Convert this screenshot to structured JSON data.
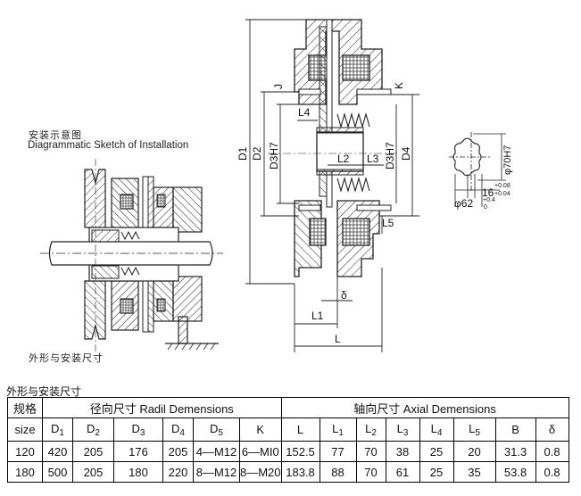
{
  "installation_sketch": {
    "title_cn": "安装示意图",
    "title_en": "Diagrammatic Sketch of Installation",
    "caption_cn": "外形与安装尺寸"
  },
  "section_drawing": {
    "labels": {
      "D1": "D1",
      "D2": "D2",
      "D3H7_left": "D3H7",
      "D3H7_right": "D3H7",
      "D4": "D4",
      "J": "J",
      "K": "K",
      "L4": "L4",
      "L2": "L2",
      "L3": "L3",
      "L5": "L5",
      "L1": "L1",
      "L": "L",
      "delta": "δ"
    }
  },
  "spline_detail": {
    "dia_label": "φ70H7",
    "width_value": "16",
    "width_tol_upper": "+0.08",
    "width_tol_lower": "+0.04",
    "minor_dia_value": "φ62",
    "minor_tol_upper": "+0.4",
    "minor_tol_lower": "0"
  },
  "table": {
    "title": "外形与安装尺寸",
    "size_header_cn": "规格",
    "size_header_en": "size",
    "radial_group": "径向尺寸 Radil Demensions",
    "axial_group": "轴向尺寸 Axial Demensions",
    "columns": [
      {
        "base": "D",
        "sub": "1"
      },
      {
        "base": "D",
        "sub": "2"
      },
      {
        "base": "D",
        "sub": "3"
      },
      {
        "base": "D",
        "sub": "4"
      },
      {
        "base": "D",
        "sub": "5"
      },
      {
        "base": "K",
        "sub": ""
      },
      {
        "base": "L",
        "sub": ""
      },
      {
        "base": "L",
        "sub": "1"
      },
      {
        "base": "L",
        "sub": "2"
      },
      {
        "base": "L",
        "sub": "3"
      },
      {
        "base": "L",
        "sub": "4"
      },
      {
        "base": "L",
        "sub": "5"
      },
      {
        "base": "B",
        "sub": ""
      },
      {
        "base": "δ",
        "sub": ""
      }
    ],
    "rows": [
      {
        "size": "120",
        "values": [
          "420",
          "205",
          "176",
          "205",
          "4—M12",
          "6—MI0",
          "152.5",
          "77",
          "70",
          "38",
          "25",
          "20",
          "31.3",
          "0.8"
        ]
      },
      {
        "size": "180",
        "values": [
          "500",
          "205",
          "180",
          "220",
          "8—M12",
          "8—M20",
          "183.8",
          "88",
          "70",
          "61",
          "25",
          "35",
          "53.8",
          "0.8"
        ]
      }
    ]
  }
}
